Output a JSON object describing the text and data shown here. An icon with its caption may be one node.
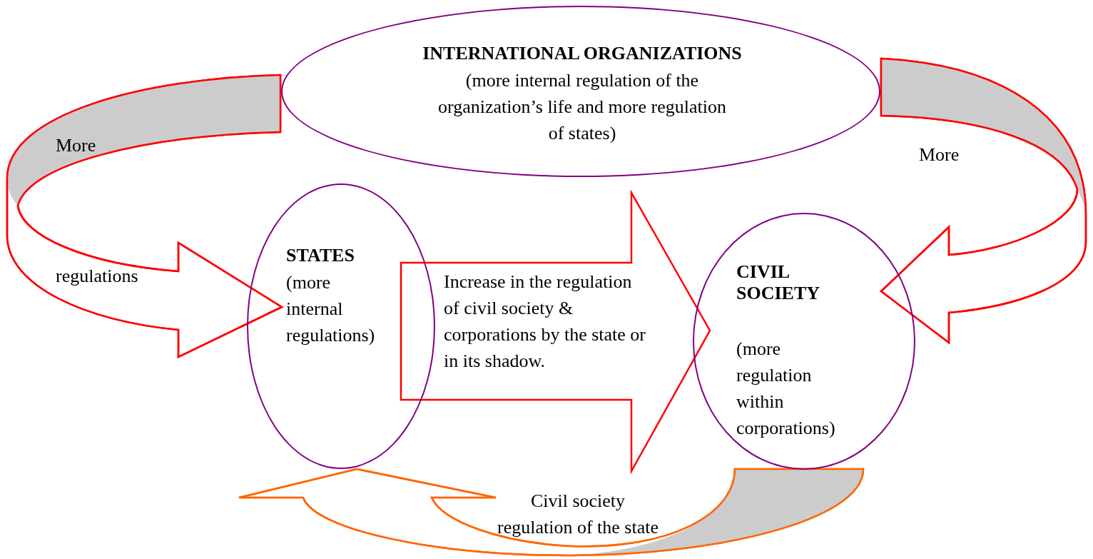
{
  "diagram": {
    "nodes": [
      {
        "text": [
          "INTERNATIONAL ORGANIZATIONS",
          "(more internal regulation of the organization’s life and more regulation of states)"
        ]
      },
      {
        "text": [
          "STATES",
          "(more internal regulations)"
        ]
      },
      {
        "text": [
          "CIVIL SOCIETY",
          "(more regulation within corporations)"
        ]
      }
    ],
    "edges": [
      {
        "from": 0,
        "to": 1,
        "arrow": "to",
        "label": "More"
      },
      {
        "from": 0,
        "to": 2,
        "arrow": "to",
        "label": "More"
      },
      {
        "from": 1,
        "to": 2,
        "arrow": "to",
        "label": "Increase in the regulation of civil society & corporations by the state or in its shadow."
      },
      {
        "from": 2,
        "to": 1,
        "arrow": "to",
        "label": "Civil society regulation of the state",
        "color": "#ff6600"
      }
    ],
    "labels": [
      "regulations"
    ]
  }
}
